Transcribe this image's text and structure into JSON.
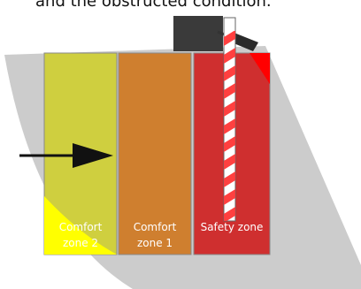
{
  "caption": "and the obstructed condition.",
  "zones": [
    {
      "id": "comfort-zone-2",
      "label_lines": [
        "Comfort",
        "zone 2"
      ],
      "color": "#cfcf3f"
    },
    {
      "id": "comfort-zone-1",
      "label_lines": [
        "Comfort",
        "zone 1"
      ],
      "color": "#cf7f2f"
    },
    {
      "id": "safety-zone",
      "label_lines": [
        "Safety zone"
      ],
      "color": "#cf2f2f"
    }
  ],
  "colors": {
    "sensor_field": "#cccccc",
    "sensor_highlight_yellow": "#ffff00",
    "sensor_highlight_red": "#ff0000",
    "barrier_stripe_red": "#ff4040",
    "barrier_stripe_white": "#ffffff",
    "housing": "#3a3a3a",
    "arrow": "#111111"
  },
  "icons": {
    "arrow": "direction-arrow-icon",
    "housing": "barrier-housing-icon",
    "camera": "camera-sensor-icon"
  }
}
